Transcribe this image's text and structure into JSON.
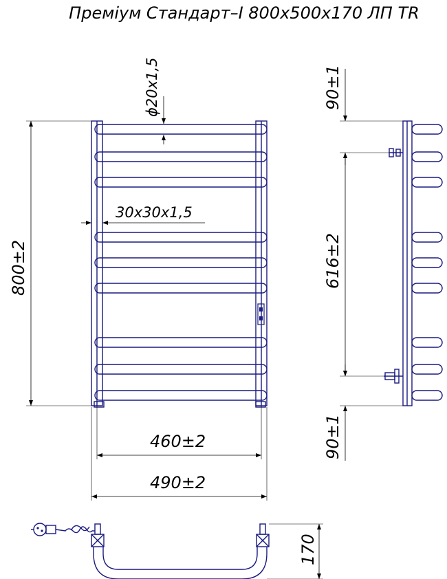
{
  "title": "Преміум Стандарт–І 800х500х170 ЛП TR",
  "dimensions": {
    "pipe_diameter": "ϕ20х1,5",
    "profile": "30х30х1,5",
    "height": "800±2",
    "inner_width": "460±2",
    "outer_width": "490±2",
    "top_offset": "90±1",
    "center_distance": "616±2",
    "bottom_offset": "90±1",
    "depth": "170"
  },
  "colors": {
    "pipe": "#1a1a80",
    "dimension": "#000000"
  }
}
